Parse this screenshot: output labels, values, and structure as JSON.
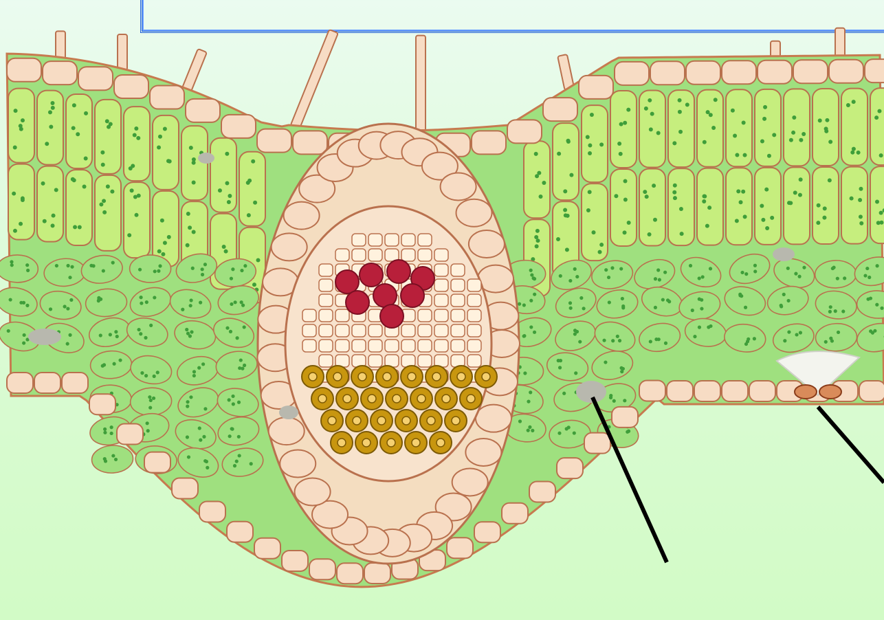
{
  "diagram": {
    "subject": "leaf-cross-section",
    "colors": {
      "epidermis_fill": "#f7dcc4",
      "epidermis_stroke": "#b9714e",
      "cuticle": "#c77a4f",
      "palisade_fill": "#eef37c",
      "palisade_edge_fill": "#c6ee7e",
      "spongy_fill": "#9fe07f",
      "chloroplast": "#3f9e3a",
      "xylem": "#c8960f",
      "phloem": "#b81f3a",
      "bundle_sheath": "#f4ddc0",
      "air_space": "#b8b8ae",
      "pointer": "#000000",
      "frame": "#1b5cd6"
    },
    "pointers": [
      {
        "target": "air-space"
      },
      {
        "target": "stoma"
      }
    ]
  }
}
